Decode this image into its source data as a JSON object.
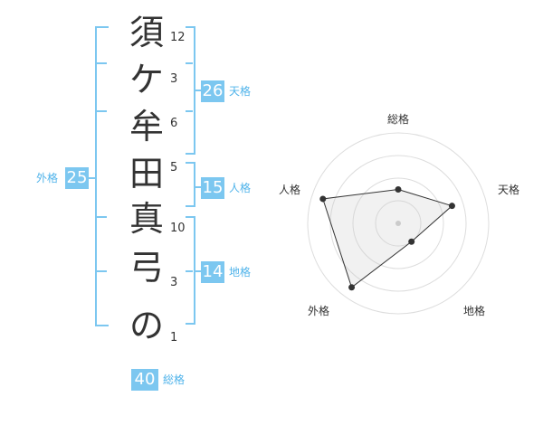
{
  "name_characters": [
    {
      "char": "須",
      "strokes": "12"
    },
    {
      "char": "ケ",
      "strokes": "3"
    },
    {
      "char": "牟",
      "strokes": "6"
    },
    {
      "char": "田",
      "strokes": "5"
    },
    {
      "char": "真",
      "strokes": "10"
    },
    {
      "char": "弓",
      "strokes": "3"
    },
    {
      "char": "の",
      "strokes": "1"
    }
  ],
  "fortune": {
    "tenkaku": {
      "value": "26",
      "label": "天格"
    },
    "jinkaku": {
      "value": "15",
      "label": "人格"
    },
    "chikaku": {
      "value": "14",
      "label": "地格"
    },
    "gaikaku": {
      "value": "25",
      "label": "外格"
    },
    "soukaku": {
      "value": "40",
      "label": "総格"
    }
  },
  "radar": {
    "axes": [
      "総格",
      "天格",
      "地格",
      "外格",
      "人格"
    ],
    "values": [
      1.5,
      2.5,
      1.0,
      3.5,
      3.5
    ],
    "max": 4
  },
  "colors": {
    "accent": "#7cc7f0",
    "bracket": "#7cc7f0",
    "label": "#4fb3ea"
  }
}
